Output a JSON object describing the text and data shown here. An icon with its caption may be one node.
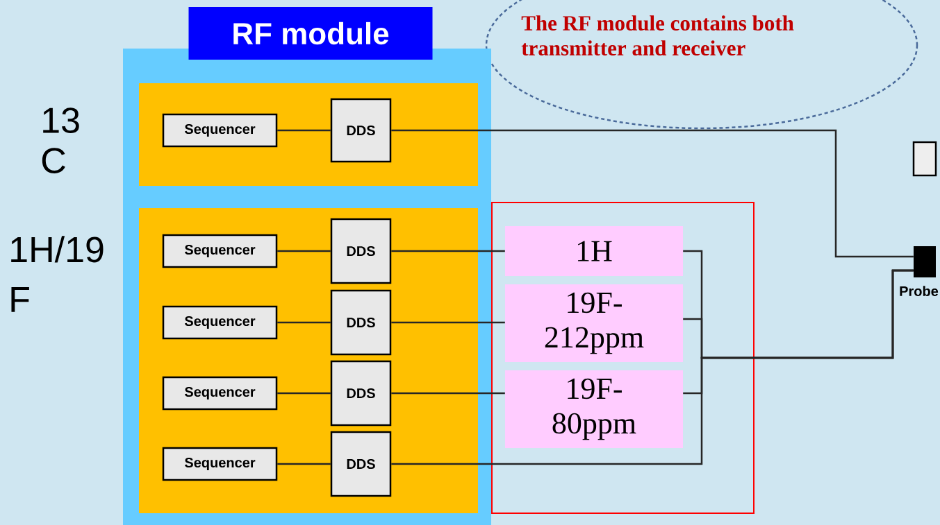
{
  "diagram": {
    "nodes": [
      {
        "text": [
          "RF module"
        ]
      },
      {
        "text": [],
        "shape": "box",
        "in": 0
      },
      {
        "text": [
          "Sequencer"
        ],
        "in": 1
      },
      {
        "text": [
          "DDS"
        ],
        "in": 1
      },
      {
        "text": [],
        "shape": "box",
        "in": 0
      },
      {
        "text": [
          "Sequencer"
        ],
        "in": 4
      },
      {
        "text": [
          "DDS"
        ],
        "in": 4
      },
      {
        "text": [
          "Sequencer"
        ],
        "in": 4
      },
      {
        "text": [
          "DDS"
        ],
        "in": 4
      },
      {
        "text": [
          "Sequencer"
        ],
        "in": 4
      },
      {
        "text": [
          "DDS"
        ],
        "in": 4
      },
      {
        "text": [
          "Sequencer"
        ],
        "in": 4
      },
      {
        "text": [
          "DDS"
        ],
        "in": 4
      },
      {
        "text": [],
        "shape": "box"
      },
      {
        "text": [
          "1H"
        ],
        "in": 13
      },
      {
        "text": [
          "19F- 212ppm"
        ],
        "in": 13
      },
      {
        "text": [
          "19F- 80ppm"
        ],
        "in": 13
      },
      {
        "text": [],
        "shape": "box"
      },
      {
        "text": [],
        "shape": "box",
        "beside": [
          "Probe"
        ]
      }
    ],
    "edges": [
      {
        "from": 2,
        "to": 3,
        "arrow": "none"
      },
      {
        "from": 3,
        "to": 18,
        "arrow": "none"
      },
      {
        "from": 5,
        "to": 6,
        "arrow": "none"
      },
      {
        "from": 6,
        "to": 14,
        "arrow": "none"
      },
      {
        "from": 7,
        "to": 8,
        "arrow": "none"
      },
      {
        "from": 8,
        "to": 15,
        "arrow": "none"
      },
      {
        "from": 9,
        "to": 10,
        "arrow": "none"
      },
      {
        "from": 10,
        "to": 16,
        "arrow": "none"
      },
      {
        "from": 11,
        "to": 12,
        "arrow": "none"
      },
      {
        "from": 12,
        "to": 18,
        "arrow": "none"
      },
      {
        "from": 14,
        "to": 18,
        "arrow": "none"
      },
      {
        "from": 15,
        "to": 18,
        "arrow": "none"
      },
      {
        "from": 16,
        "to": 18,
        "arrow": "none"
      }
    ],
    "labels": [
      "13 C",
      "1H/19 F",
      "The RF module contains both transmitter and receiver"
    ]
  }
}
